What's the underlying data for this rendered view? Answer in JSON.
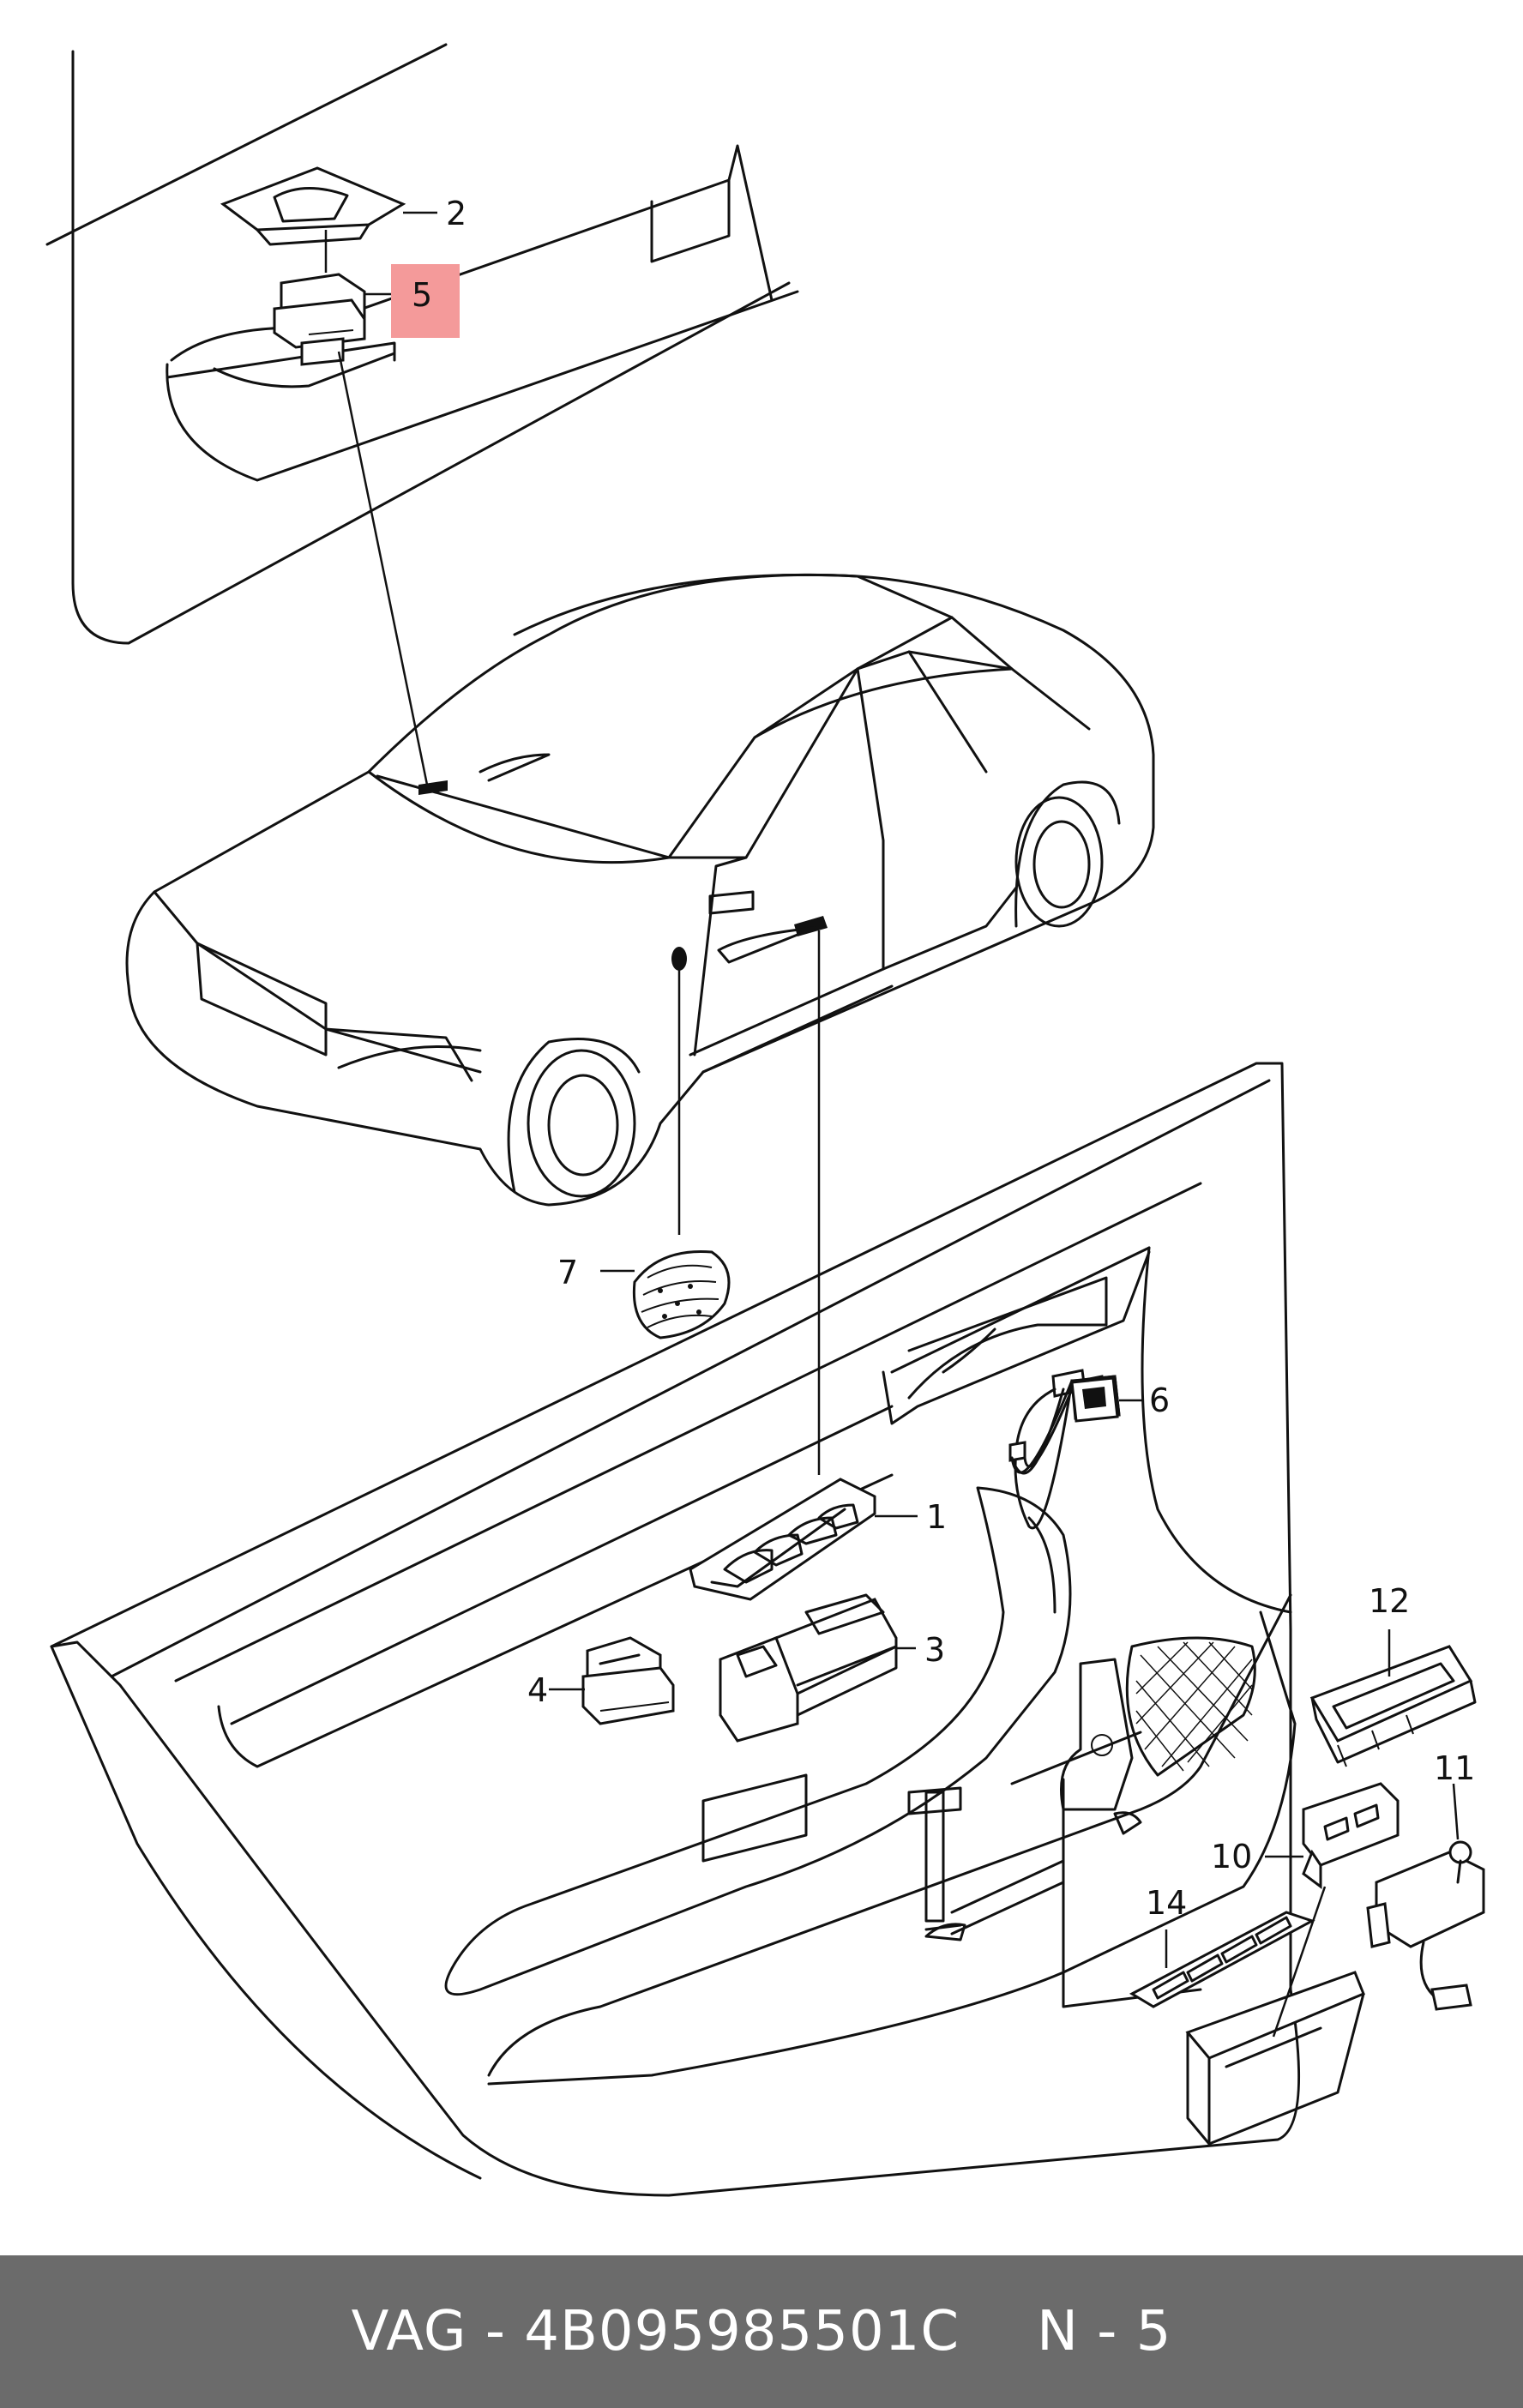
{
  "diagram": {
    "highlight_color": "#f49a9a",
    "labels": {
      "l1": "1",
      "l2": "2",
      "l3": "3",
      "l4": "4",
      "l5": "5",
      "l6": "6",
      "l7": "7",
      "l10": "10",
      "l11": "11",
      "l12": "12",
      "l14": "14"
    }
  },
  "footer": {
    "brand": "VAG",
    "separator": "-",
    "part_number": "4B095985501C",
    "position_text": "N - 5",
    "background": "#6b6b6b"
  }
}
